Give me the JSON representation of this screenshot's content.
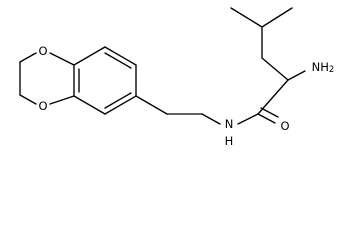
{
  "molecule": {
    "atom_labels": {
      "amine": "NH2",
      "amide_nitrogen": "N",
      "amide_hydrogen": "H",
      "carbonyl_oxygen": "O",
      "ring_oxygen_top": "O",
      "ring_oxygen_bottom": "O"
    }
  },
  "style": {
    "bond_color": "#000000",
    "label_color": "#000000",
    "background": "#ffffff"
  }
}
